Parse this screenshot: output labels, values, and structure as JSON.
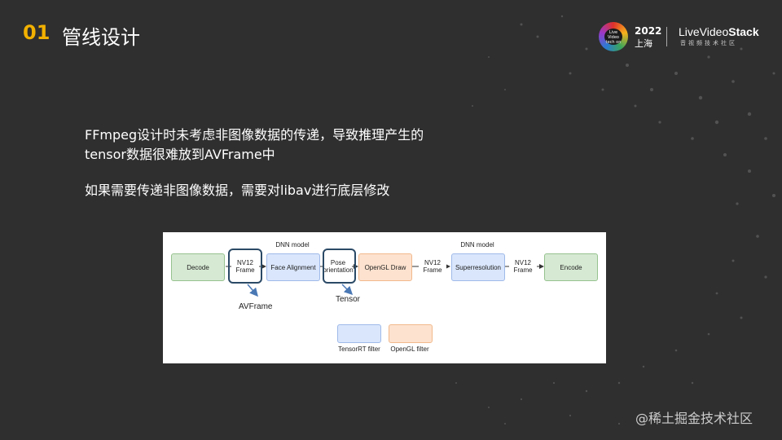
{
  "slide": {
    "number": "01",
    "title": "管线设计",
    "paragraph1": "FFmpeg设计时未考虑非图像数据的传递，导致推理产生的tensor数据很难放到AVFrame中",
    "paragraph2": "如果需要传递非图像数据，需要对libav进行底层修改"
  },
  "logo": {
    "badge_text": "Live Video tech on",
    "year": "2022",
    "city": "上海",
    "brand_pre": "LiveVideo",
    "brand_bold": "Stack",
    "subtitle": "音视频技术社区"
  },
  "diagram": {
    "nodes": {
      "decode": "Decode",
      "nv12_frame_1": "NV12 Frame",
      "face_alignment": "Face Alignment",
      "pose_orientation": "Pose orientation",
      "opengl_draw": "OpenGL Draw",
      "nv12_frame_2": "NV12 Frame",
      "superresolution": "Superresolution",
      "nv12_frame_3": "NV12 Frame",
      "encode": "Encode"
    },
    "dnn_label_1": "DNN model",
    "dnn_label_2": "DNN model",
    "avframe_label": "AVFrame",
    "tensor_label": "Tensor",
    "legend": {
      "tensorrt": "TensorRT filter",
      "opengl": "OpenGL filter"
    },
    "colors": {
      "green": "#d6ead3",
      "blue": "#d9e6fb",
      "orange": "#fde3cf",
      "highlight": "#2b4a66",
      "callout_arrow": "#4a78b5"
    }
  },
  "theme": {
    "background": "#2f2f2f",
    "accent": "#f2b000"
  },
  "watermark": "@稀土掘金技术社区"
}
